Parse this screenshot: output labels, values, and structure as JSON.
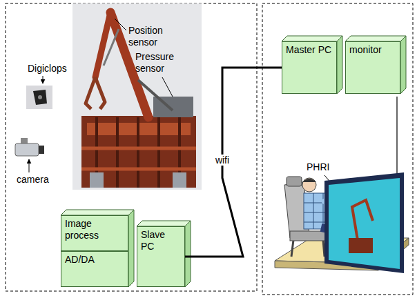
{
  "diagram": {
    "nodes": [
      {
        "text": [
          "Image process"
        ]
      },
      {
        "text": [
          "AD/DA"
        ]
      },
      {
        "text": [
          "Slave PC"
        ]
      },
      {
        "text": [
          "Master PC"
        ]
      },
      {
        "text": [
          "monitor"
        ]
      }
    ],
    "edges": [
      {
        "from": 2,
        "to": 3,
        "label": "wifi",
        "arrow": "none"
      }
    ],
    "labels": [
      "Position sensor",
      "Pressure sensor",
      "Digiclops",
      "camera",
      "PHRI"
    ]
  }
}
